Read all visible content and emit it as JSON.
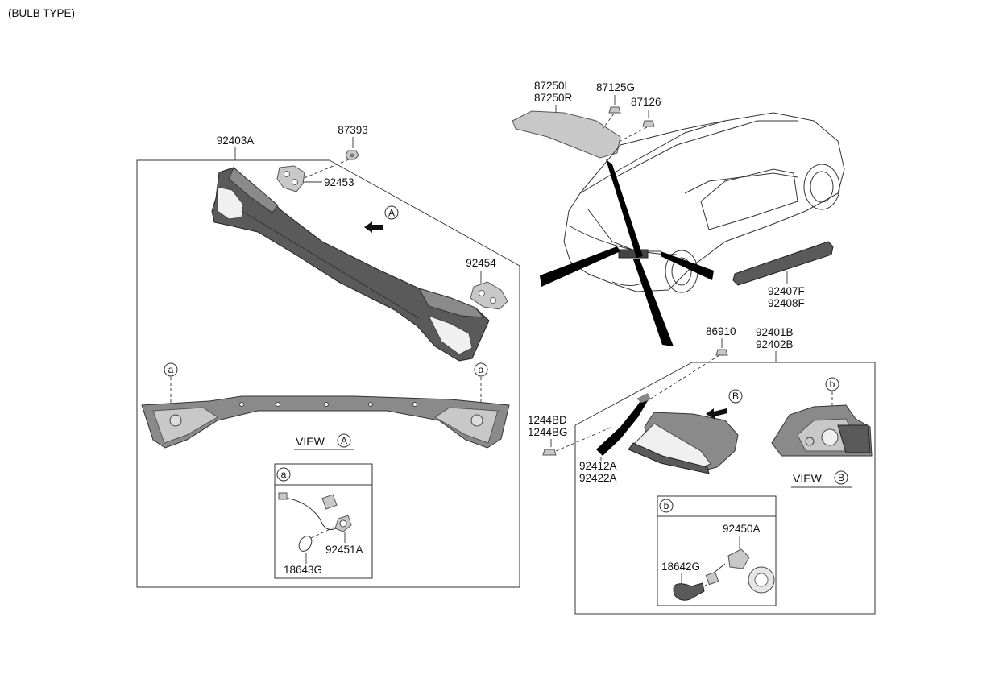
{
  "header": {
    "bulb_type": "(BULB TYPE)"
  },
  "center_lamp": {
    "part_92403A": "92403A",
    "part_87393": "87393",
    "part_92453": "92453",
    "part_92454": "92454",
    "view_word": "VIEW",
    "view_letter": "A",
    "arrow_letter": "A",
    "detail_a": {
      "letter": "a",
      "part_92451A": "92451A",
      "part_18643G": "18643G"
    },
    "callout_a_left": "a",
    "callout_a_right": "a"
  },
  "spoiler": {
    "part_87250L": "87250L",
    "part_87250R": "87250R",
    "part_87125G": "87125G",
    "part_87126": "87126"
  },
  "side_strip": {
    "part_92407F": "92407F",
    "part_92408F": "92408F"
  },
  "side_lamp": {
    "part_86910": "86910",
    "part_92401B": "92401B",
    "part_92402B": "92402B",
    "part_1244BD": "1244BD",
    "part_1244BG": "1244BG",
    "part_92412A": "92412A",
    "part_92422A": "92422A",
    "arrow_letter": "B",
    "callout_b": "b",
    "view_word": "VIEW",
    "view_letter": "B",
    "detail_b": {
      "letter": "b",
      "part_92450A": "92450A",
      "part_18642G": "18642G"
    }
  },
  "colors": {
    "line": "#333333",
    "part_dark": "#5a5a5a",
    "part_mid": "#8a8a8a",
    "part_light": "#c8c8c8",
    "background": "#ffffff"
  }
}
